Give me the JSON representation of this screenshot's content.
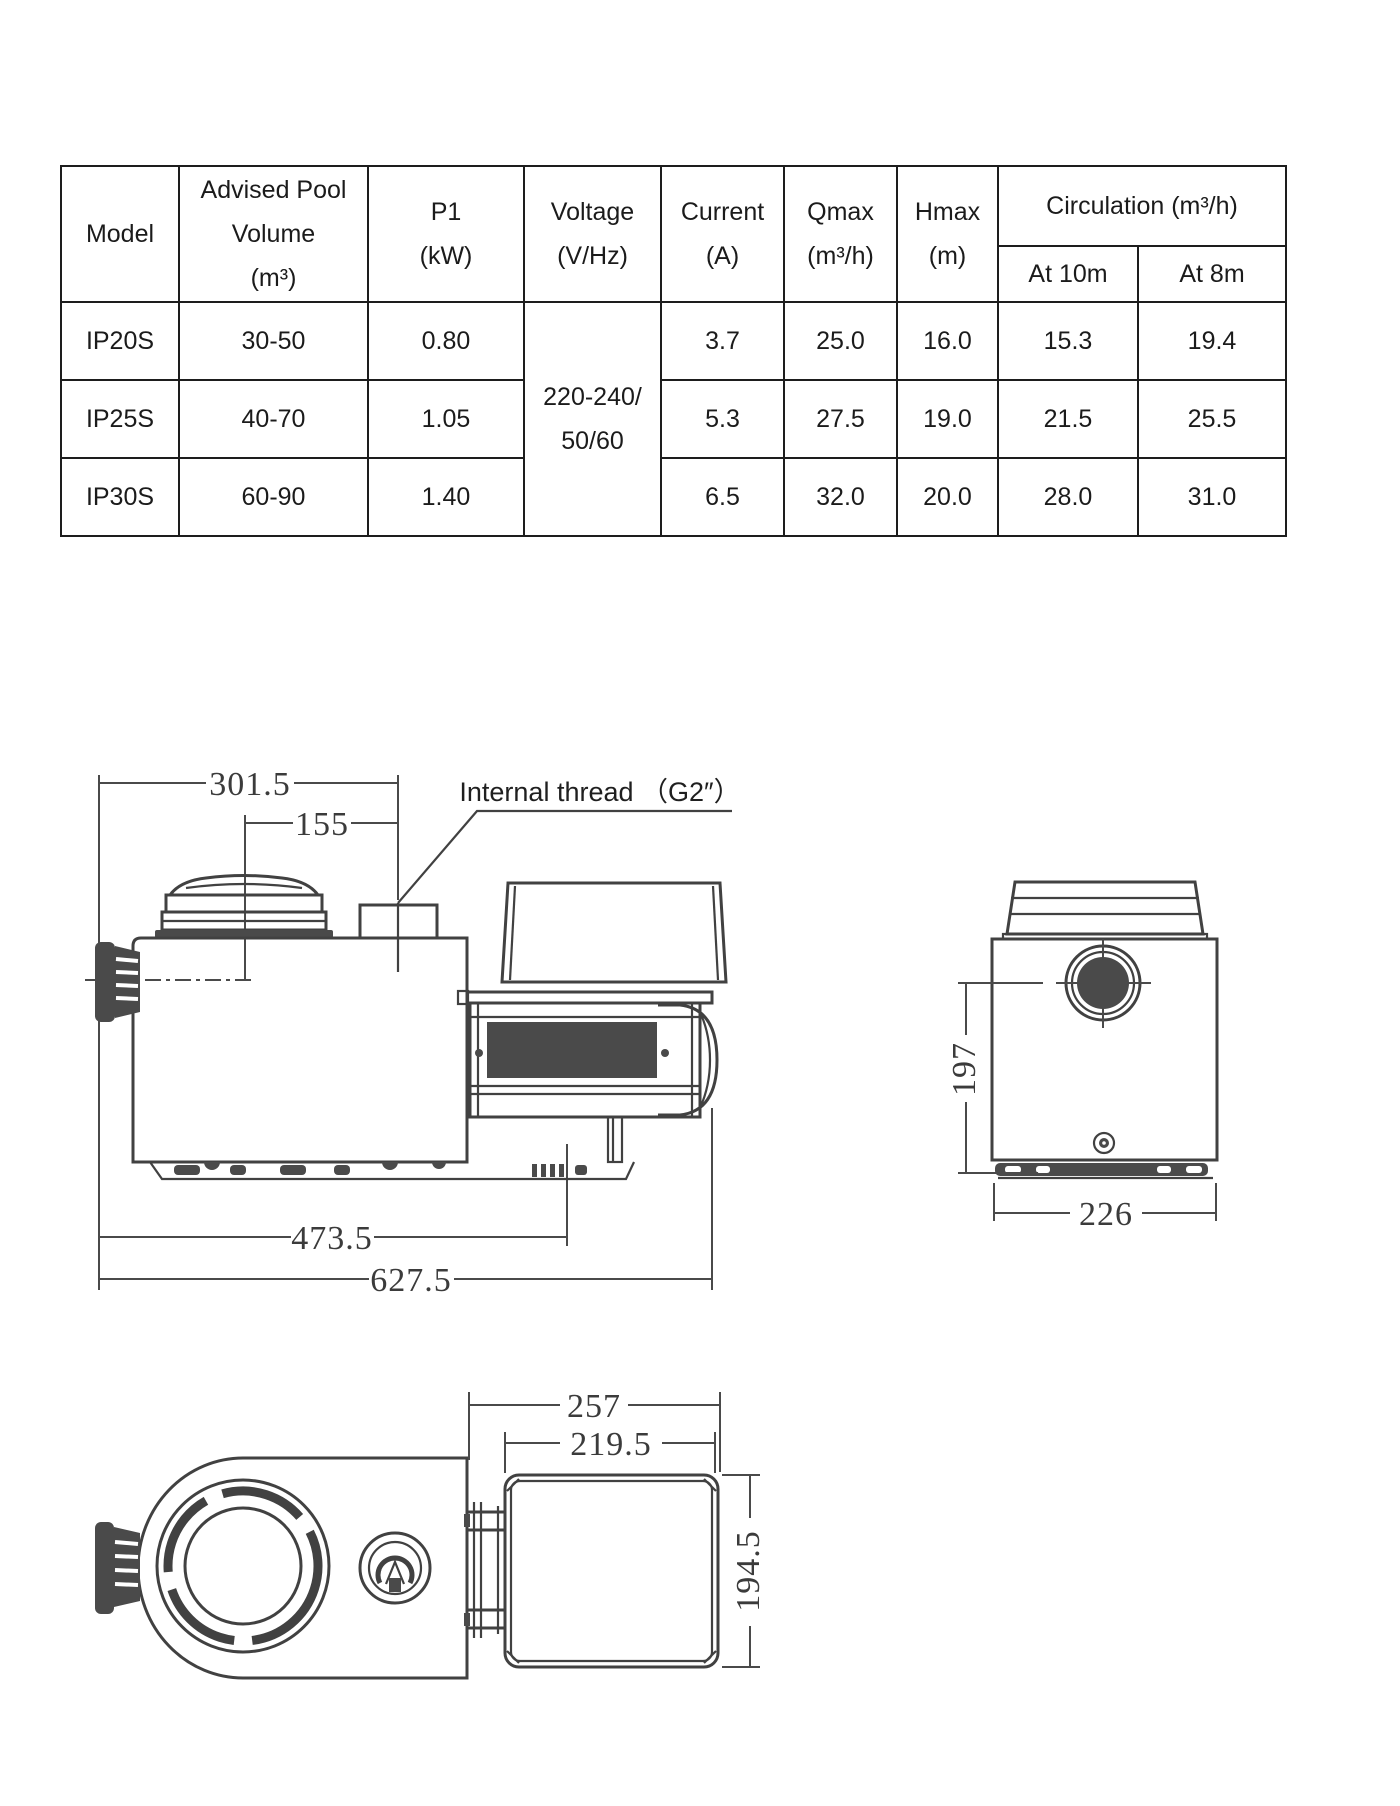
{
  "meta": {
    "background": "#ffffff",
    "drawing_line_color": "#414141",
    "table_line_color": "#1d1d1d"
  },
  "table": {
    "headers": {
      "model": "Model",
      "volume_l1": "Advised Pool",
      "volume_l2": "Volume",
      "volume_l3": "(m³)",
      "p1_l1": "P1",
      "p1_l2": "(kW)",
      "voltage_l1": "Voltage",
      "voltage_l2": "(V/Hz)",
      "current_l1": "Current",
      "current_l2": "(A)",
      "qmax_l1": "Qmax",
      "qmax_l2": "(m³/h)",
      "hmax_l1": "Hmax",
      "hmax_l2": "(m)",
      "circulation": "Circulation (m³/h)",
      "at10": "At 10m",
      "at8": "At 8m"
    },
    "voltage_value": {
      "line1": "220-240/",
      "line2": "50/60"
    },
    "rows": [
      {
        "model": "IP20S",
        "volume": "30-50",
        "p1": "0.80",
        "current": "3.7",
        "qmax": "25.0",
        "hmax": "16.0",
        "at10": "15.3",
        "at8": "19.4"
      },
      {
        "model": "IP25S",
        "volume": "40-70",
        "p1": "1.05",
        "current": "5.3",
        "qmax": "27.5",
        "hmax": "19.0",
        "at10": "21.5",
        "at8": "25.5"
      },
      {
        "model": "IP30S",
        "volume": "60-90",
        "p1": "1.40",
        "current": "6.5",
        "qmax": "32.0",
        "hmax": "20.0",
        "at10": "28.0",
        "at8": "31.0"
      }
    ]
  },
  "drawings": {
    "side_view": {
      "dim_top": "301.5",
      "dim_lid": "155",
      "dim_base": "473.5",
      "dim_total": "627.5",
      "thread_label": "Internal thread （G2″）"
    },
    "rear_view": {
      "dim_height": "197",
      "dim_width": "226"
    },
    "top_view": {
      "dim_total": "257",
      "dim_motor_width": "219.5",
      "dim_motor_height": "194.5"
    }
  }
}
